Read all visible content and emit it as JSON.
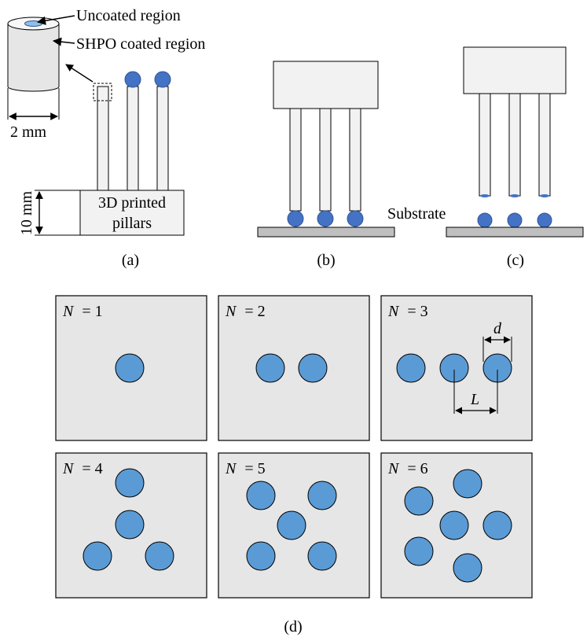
{
  "colors": {
    "drop": "#5b9bd5",
    "drop_dark": "#4472c4",
    "pillar": "#f2f2f2",
    "panel": "#e6e6e6",
    "substrate": "#bfbfbf",
    "outline": "#000000"
  },
  "panel_a": {
    "uncoated_label": "Uncoated region",
    "coated_label": "SHPO coated region",
    "diameter_label": "2 mm",
    "height_label": "10 mm",
    "base_label_line1": "3D printed",
    "base_label_line2": "pillars",
    "caption": "(a)"
  },
  "panel_b": {
    "caption": "(b)"
  },
  "panel_c": {
    "substrate_label": "Substrate",
    "caption": "(c)"
  },
  "panel_d": {
    "caption": "(d)",
    "d_label": "d",
    "L_label": "L",
    "cases": [
      {
        "n_prefix": "N",
        "n_value": "= 1",
        "drops": 1
      },
      {
        "n_prefix": "N",
        "n_value": "= 2",
        "drops": 2
      },
      {
        "n_prefix": "N",
        "n_value": "= 3",
        "drops": 3
      },
      {
        "n_prefix": "N",
        "n_value": "= 4",
        "drops": 4
      },
      {
        "n_prefix": "N",
        "n_value": "= 5",
        "drops": 5
      },
      {
        "n_prefix": "N",
        "n_value": "= 6",
        "drops": 6
      }
    ]
  }
}
